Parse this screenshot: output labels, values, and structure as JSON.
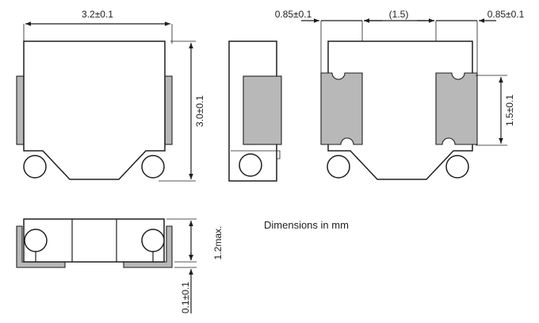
{
  "caption": "Dimensions in mm",
  "colors": {
    "line": "#1e1e1e",
    "terminal_fill": "#b8b8b8",
    "body_fill": "#ffffff"
  },
  "top_view": {
    "width_label": "3.2±0.1",
    "height_label": "3.0±0.1"
  },
  "bottom_view": {
    "left_label": "0.85±0.1",
    "center_label": "(1.5)",
    "right_label": "0.85±0.1",
    "pad_height_label": "1.5±0.1"
  },
  "front_view": {
    "height_label": "1.2max.",
    "offset_label": "0.1±0.1"
  }
}
